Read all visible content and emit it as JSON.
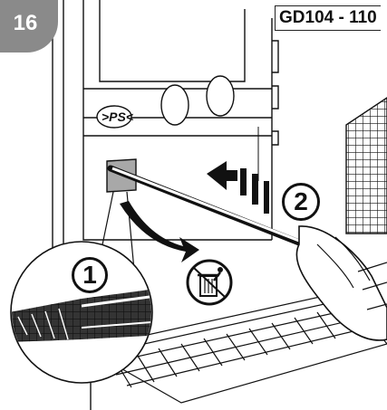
{
  "step": {
    "number": "16"
  },
  "header": {
    "model": "GD104 - 110"
  },
  "callouts": {
    "one": "1",
    "two": "2"
  },
  "marks": {
    "plastic": ">PS<"
  },
  "icons": {
    "recycle_bin": "trash-bin-icon",
    "arrow": "curved-arrow-icon"
  }
}
